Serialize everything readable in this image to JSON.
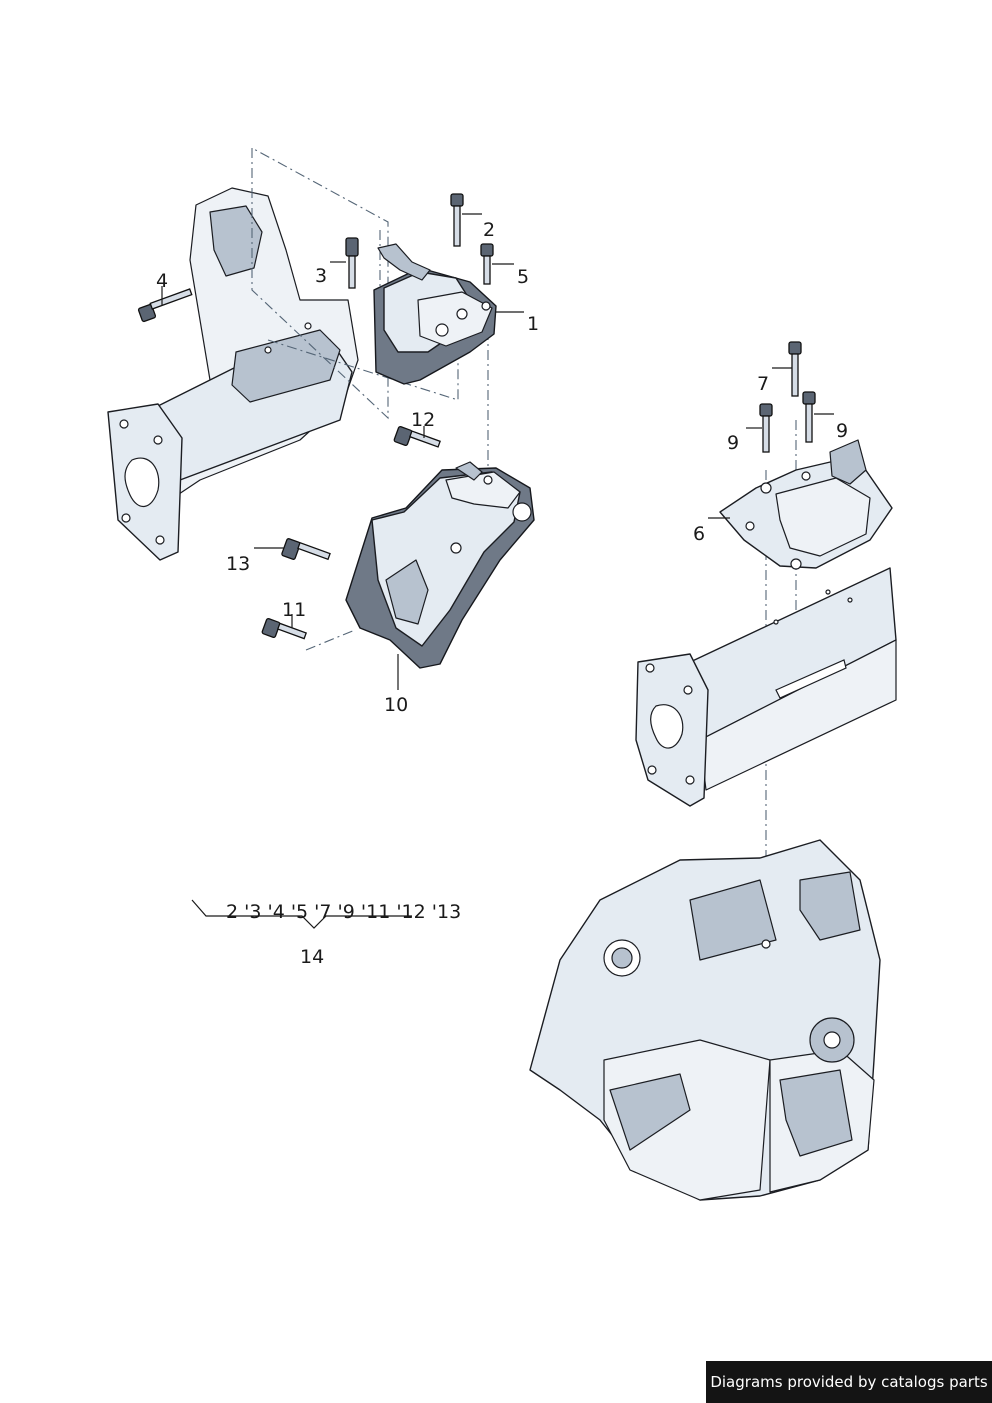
{
  "callouts": {
    "c1": "1",
    "c2": "2",
    "c3": "3",
    "c4": "4",
    "c5": "5",
    "c6": "6",
    "c7": "7",
    "c9a": "9",
    "c9b": "9",
    "c10": "10",
    "c11": "11",
    "c12": "12",
    "c13": "13",
    "c14": "14"
  },
  "kit_list": "2 '3 '4 '5 '7 '9 '11 '12 '13",
  "footer": {
    "credit": "Diagrams provided by catalogs parts"
  },
  "colors": {
    "part_fill": "#e4ebf2",
    "part_shadow": "#6f7987",
    "outline": "#1b1d22",
    "footer_bg": "#141414"
  }
}
